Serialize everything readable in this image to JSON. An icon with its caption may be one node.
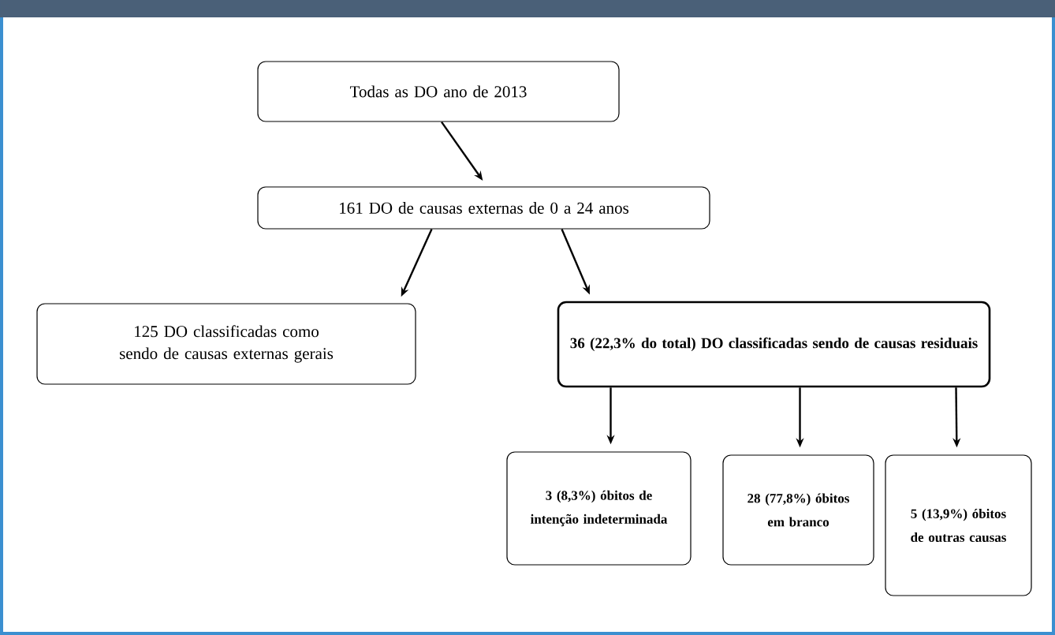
{
  "diagram": {
    "nodes": [
      {
        "text": [
          "Todas as DO ano de 2013"
        ]
      },
      {
        "text": [
          "161 DO de causas externas de 0 a 24 anos"
        ]
      },
      {
        "text": [
          "125 DO classificadas como sendo de causas externas gerais"
        ]
      },
      {
        "text": [
          "36 (22,3% do total) DO classificadas sendo de causas residuais"
        ]
      },
      {
        "text": [
          "3 (8,3%) óbitos de intenção indeterminada"
        ]
      },
      {
        "text": [
          "28 (77,8%) óbitos em branco"
        ]
      },
      {
        "text": [
          "5 (13,9%) óbitos de outras causas"
        ]
      }
    ],
    "edges": [
      {
        "from": 0,
        "to": 1,
        "arrow": "to"
      },
      {
        "from": 1,
        "to": 2,
        "arrow": "to"
      },
      {
        "from": 1,
        "to": 3,
        "arrow": "to"
      },
      {
        "from": 3,
        "to": 4,
        "arrow": "to"
      },
      {
        "from": 3,
        "to": 5,
        "arrow": "to"
      },
      {
        "from": 3,
        "to": 6,
        "arrow": "to"
      }
    ]
  }
}
